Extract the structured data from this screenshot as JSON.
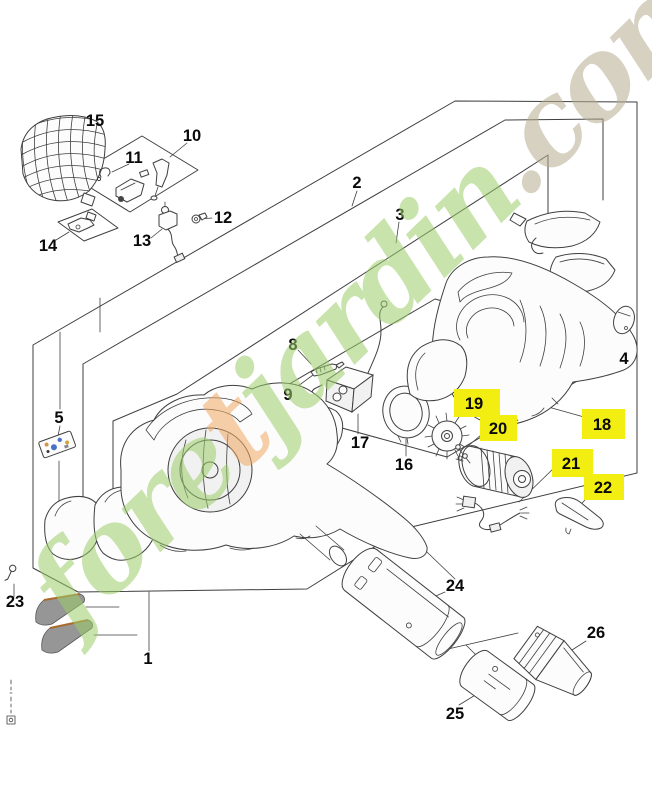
{
  "watermark": {
    "segments": [
      {
        "text": "fore"
      },
      {
        "text": "t"
      },
      {
        "text": "jardin"
      },
      {
        "text": ".com"
      }
    ]
  },
  "colors": {
    "line": "#3f3f3f",
    "highlight_yellow": "#f2ee12",
    "watermark_green": "#9cce6a",
    "watermark_orange": "#f0a860",
    "watermark_tan": "#b8ad92",
    "vane_gray": "#969696",
    "vane_edge_orange": "#a96a2e"
  },
  "parts": {
    "p1": {
      "number": "1",
      "highlighted": false
    },
    "p2": {
      "number": "2",
      "highlighted": false
    },
    "p3": {
      "number": "3",
      "highlighted": false
    },
    "p4": {
      "number": "4",
      "highlighted": false
    },
    "p5": {
      "number": "5",
      "highlighted": false
    },
    "p8": {
      "number": "8",
      "highlighted": false
    },
    "p9": {
      "number": "9",
      "highlighted": false
    },
    "p10": {
      "number": "10",
      "highlighted": false
    },
    "p11": {
      "number": "11",
      "highlighted": false
    },
    "p12": {
      "number": "12",
      "highlighted": false
    },
    "p13": {
      "number": "13",
      "highlighted": false
    },
    "p14": {
      "number": "14",
      "highlighted": false
    },
    "p15": {
      "number": "15",
      "highlighted": false
    },
    "p16": {
      "number": "16",
      "highlighted": false
    },
    "p17": {
      "number": "17",
      "highlighted": false
    },
    "p18": {
      "number": "18",
      "highlighted": true
    },
    "p19": {
      "number": "19",
      "highlighted": true
    },
    "p20": {
      "number": "20",
      "highlighted": true
    },
    "p21": {
      "number": "21",
      "highlighted": true
    },
    "p22": {
      "number": "22",
      "highlighted": true
    },
    "p23": {
      "number": "23",
      "highlighted": false
    },
    "p24": {
      "number": "24",
      "highlighted": false
    },
    "p25": {
      "number": "25",
      "highlighted": false
    },
    "p26": {
      "number": "26",
      "highlighted": false
    }
  }
}
